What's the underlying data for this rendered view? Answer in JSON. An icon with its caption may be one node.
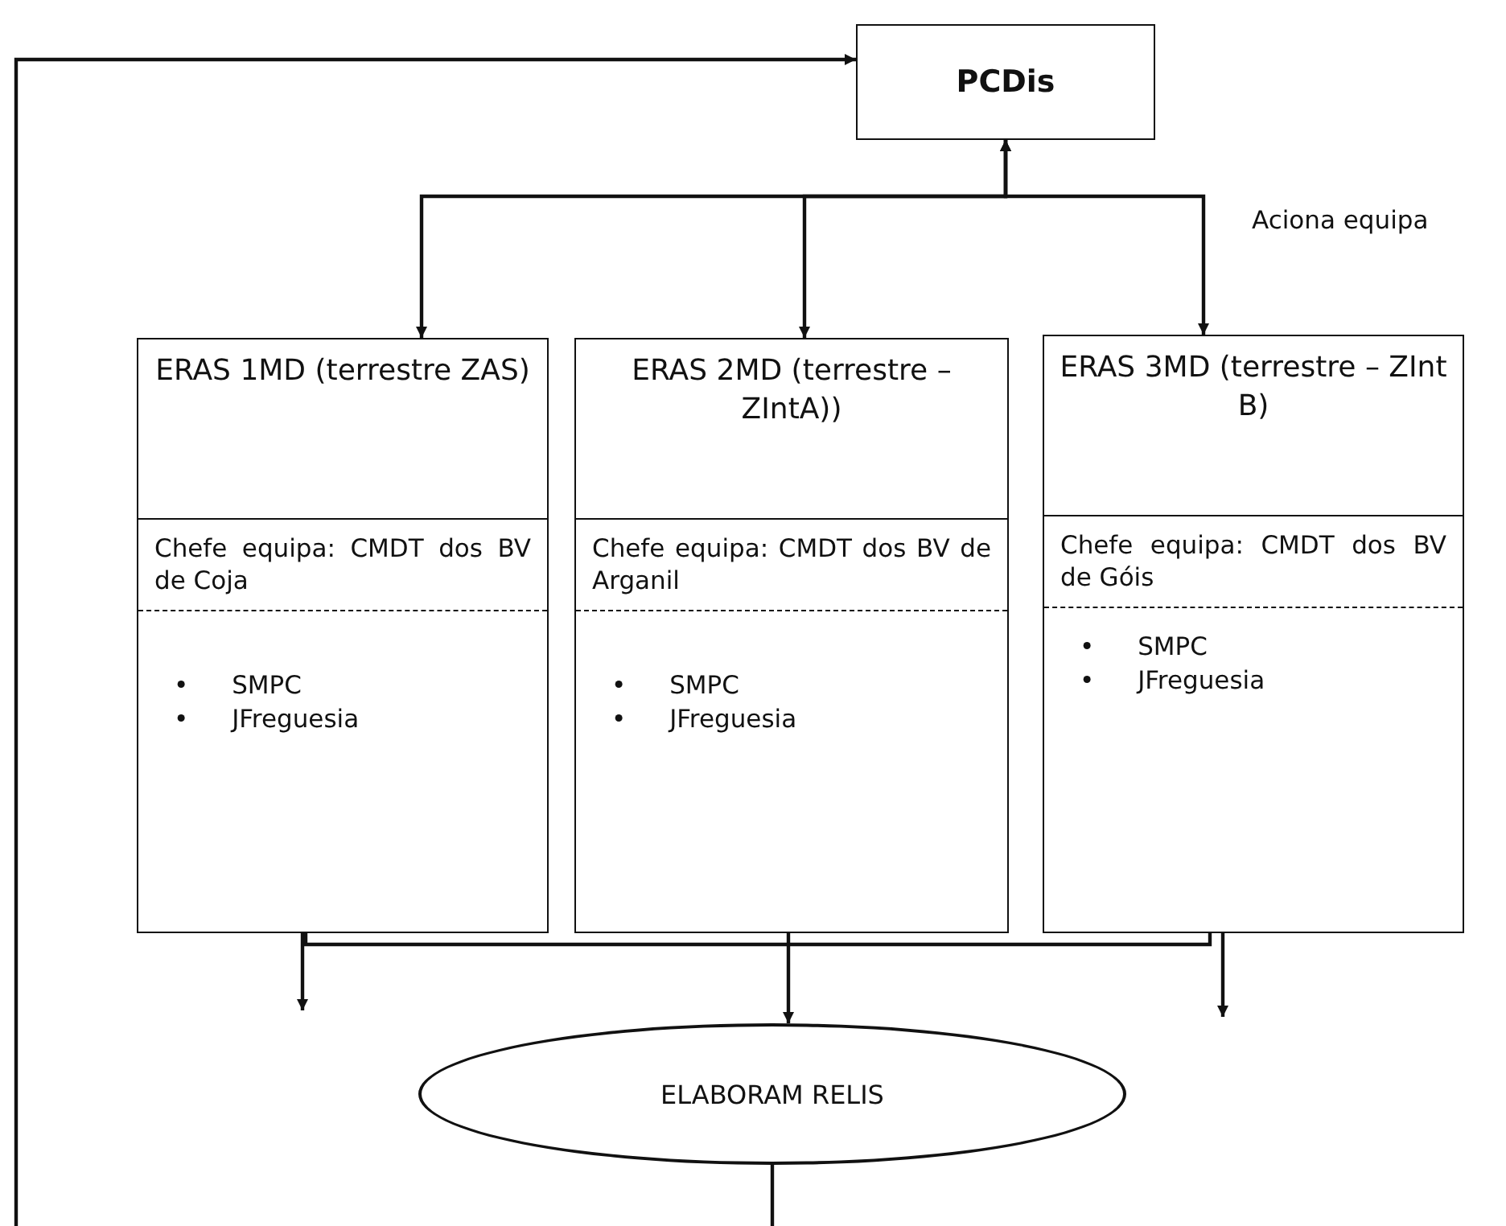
{
  "diagram": {
    "nodes": [
      {
        "text": [
          "PCDis"
        ]
      },
      {
        "text": [
          "ERAS 1MD (terrestre ZAS)",
          "Chefe equipa: CMDT dos BV de Coja",
          "• SMPC",
          "• JFreguesia"
        ]
      },
      {
        "text": [
          "ERAS 2MD (terrestre – ZIntA))",
          "Chefe equipa: CMDT dos BV de Arganil",
          "• SMPC",
          "• JFreguesia"
        ]
      },
      {
        "text": [
          "ERAS 3MD (terrestre – ZInt B)",
          "Chefe equipa: CMDT dos BV de Góis",
          "• SMPC",
          "• JFreguesia"
        ]
      },
      {
        "text": [
          "ELABORAM RELIS"
        ]
      }
    ],
    "edges": [
      {
        "from": 0,
        "to": 1,
        "arrow": "both"
      },
      {
        "from": 0,
        "to": 2,
        "arrow": "both"
      },
      {
        "from": 0,
        "to": 3,
        "arrow": "both"
      },
      {
        "from": 1,
        "to": null,
        "arrow": "to"
      },
      {
        "from": 2,
        "to": 4,
        "arrow": "to"
      },
      {
        "from": 3,
        "to": null,
        "arrow": "to"
      },
      {
        "from": 4,
        "to": null,
        "arrow": "none"
      },
      {
        "from": null,
        "to": 0,
        "arrow": "to"
      },
      {
        "from": 1,
        "to": 3,
        "arrow": "none"
      }
    ],
    "labels": [
      "Aciona equipa"
    ]
  }
}
